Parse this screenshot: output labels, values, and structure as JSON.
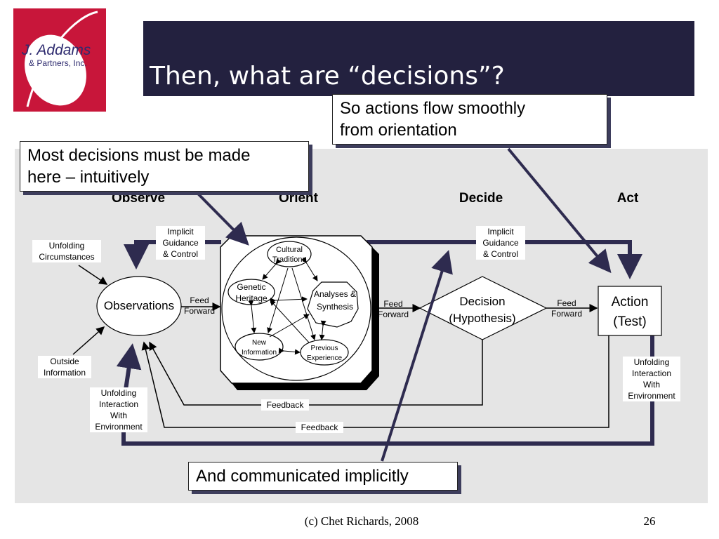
{
  "title": "Then, what are “decisions”?",
  "logo": {
    "line1": "J. Addams",
    "line2": "& Partners, Inc."
  },
  "columns": {
    "observe": "Observe",
    "orient": "Orient",
    "decide": "Decide",
    "act": "Act"
  },
  "labels": {
    "implicit_left": [
      "Implicit",
      "Guidance",
      "& Control"
    ],
    "implicit_right": [
      "Implicit",
      "Guidance",
      "& Control"
    ],
    "unfolding_circumstances": [
      "Unfolding",
      "Circumstances"
    ],
    "outside_information": [
      "Outside",
      "Information"
    ],
    "unfolding_left": [
      "Unfolding",
      "Interaction",
      "With",
      "Environment"
    ],
    "unfolding_right": [
      "Unfolding",
      "Interaction",
      "With",
      "Environment"
    ],
    "feed_forward_1": [
      "Feed",
      "Forward"
    ],
    "feed_forward_2": [
      "Feed",
      "Forward"
    ],
    "feed_forward_3": [
      "Feed",
      "Forward"
    ],
    "feedback_1": "Feedback",
    "feedback_2": "Feedback"
  },
  "nodes": {
    "observations": "Observations",
    "cultural": [
      "Cultural",
      "Traditions"
    ],
    "genetic": [
      "Genetic",
      "Heritage"
    ],
    "analyses": [
      "Analyses &",
      "Synthesis"
    ],
    "new_info": [
      "New",
      "Information"
    ],
    "previous": [
      "Previous",
      "Experience"
    ],
    "decision": [
      "Decision",
      "(Hypothesis)"
    ],
    "action": [
      "Action",
      "(Test)"
    ]
  },
  "callouts": {
    "top": [
      "So actions flow smoothly",
      "from orientation"
    ],
    "left": [
      "Most decisions must be made",
      "here – intuitively"
    ],
    "bottom": "And communicated implicitly"
  },
  "footer": {
    "credit": "(c) Chet Richards, 2008",
    "page": "26"
  },
  "colors": {
    "title_bar": "#23213f",
    "logo": "#c8163a",
    "loop": "#2e2b4f",
    "diagram_bg": "#e5e5e5"
  }
}
